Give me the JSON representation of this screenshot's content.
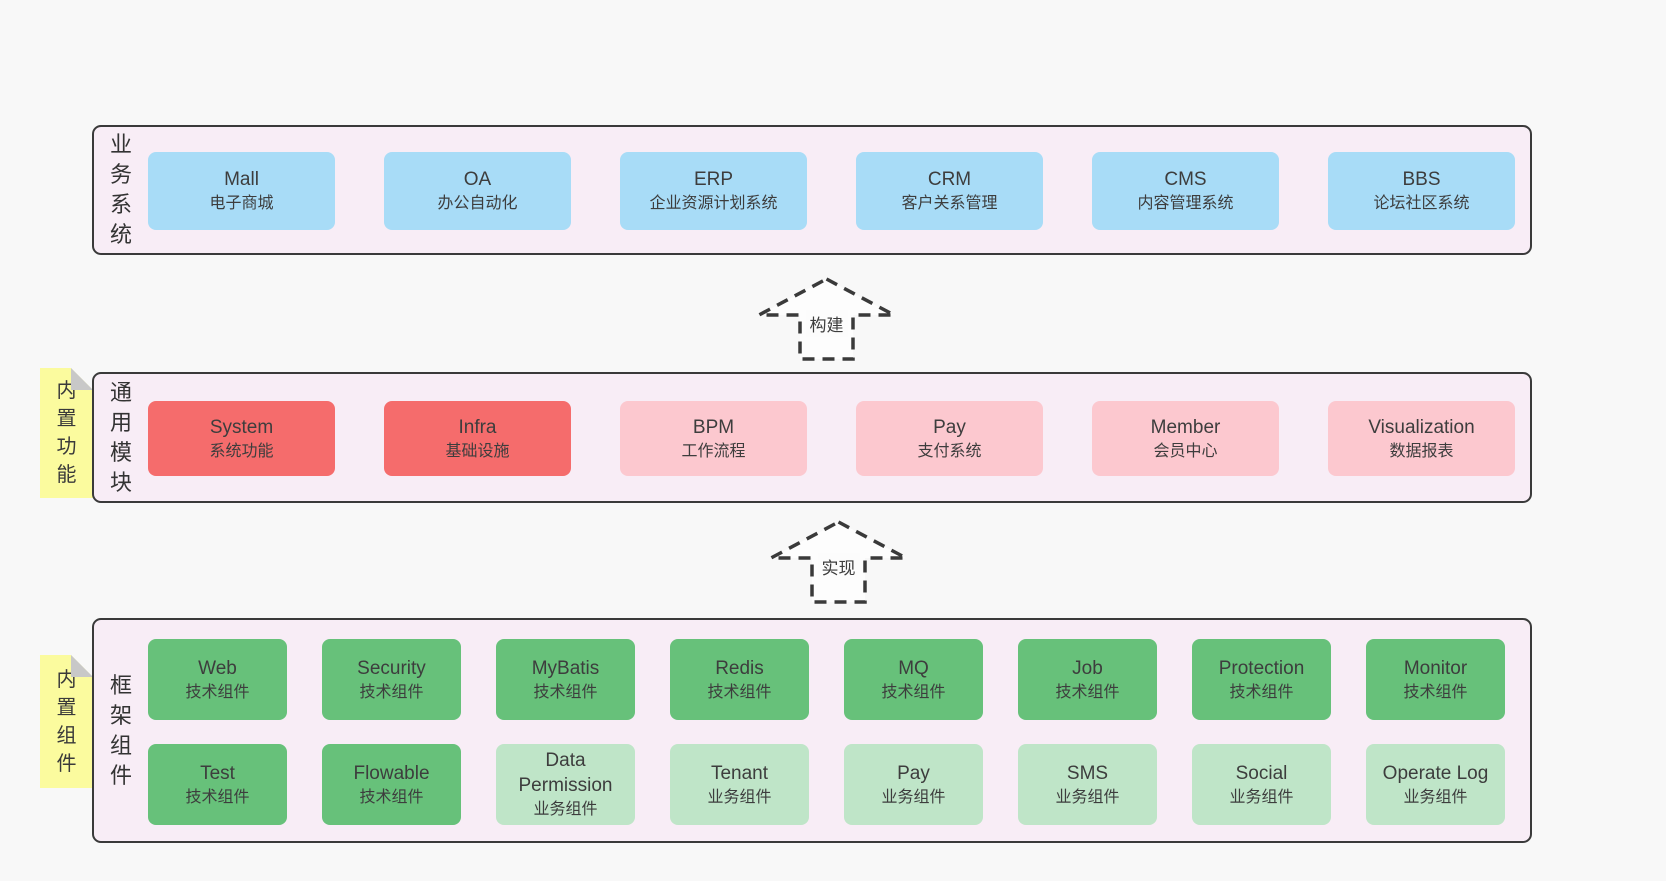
{
  "colors": {
    "page_background": "#f8f8f8",
    "band_fill": "#f8edf6",
    "band_border": "#3a3a3a",
    "box_blue": "#a8dcf7",
    "box_red": "#f56c6c",
    "box_pink": "#fcc8cf",
    "box_green_dark": "#67c17a",
    "box_green_light": "#bfe5c8",
    "sticky_yellow": "#fbfb9e",
    "sticky_fold_gray": "#c8c8c8",
    "text": "#3d3d3d"
  },
  "bands": {
    "business": {
      "label": "业务系统",
      "boxes": [
        {
          "title": "Mall",
          "subtitle": "电子商城"
        },
        {
          "title": "OA",
          "subtitle": "办公自动化"
        },
        {
          "title": "ERP",
          "subtitle": "企业资源计划系统"
        },
        {
          "title": "CRM",
          "subtitle": "客户关系管理"
        },
        {
          "title": "CMS",
          "subtitle": "内容管理系统"
        },
        {
          "title": "BBS",
          "subtitle": "论坛社区系统"
        }
      ]
    },
    "modules": {
      "label": "通用模块",
      "sticky": "内置功能",
      "boxes": [
        {
          "title": "System",
          "subtitle": "系统功能",
          "variant": "red"
        },
        {
          "title": "Infra",
          "subtitle": "基础设施",
          "variant": "red"
        },
        {
          "title": "BPM",
          "subtitle": "工作流程",
          "variant": "pink"
        },
        {
          "title": "Pay",
          "subtitle": "支付系统",
          "variant": "pink"
        },
        {
          "title": "Member",
          "subtitle": "会员中心",
          "variant": "pink"
        },
        {
          "title": "Visualization",
          "subtitle": "数据报表",
          "variant": "pink"
        }
      ]
    },
    "components": {
      "label": "框架组件",
      "sticky": "内置组件",
      "row1": [
        {
          "title": "Web",
          "subtitle": "技术组件",
          "variant": "green-dark"
        },
        {
          "title": "Security",
          "subtitle": "技术组件",
          "variant": "green-dark"
        },
        {
          "title": "MyBatis",
          "subtitle": "技术组件",
          "variant": "green-dark"
        },
        {
          "title": "Redis",
          "subtitle": "技术组件",
          "variant": "green-dark"
        },
        {
          "title": "MQ",
          "subtitle": "技术组件",
          "variant": "green-dark"
        },
        {
          "title": "Job",
          "subtitle": "技术组件",
          "variant": "green-dark"
        },
        {
          "title": "Protection",
          "subtitle": "技术组件",
          "variant": "green-dark"
        },
        {
          "title": "Monitor",
          "subtitle": "技术组件",
          "variant": "green-dark"
        }
      ],
      "row2": [
        {
          "title": "Test",
          "subtitle": "技术组件",
          "variant": "green-dark"
        },
        {
          "title": "Flowable",
          "subtitle": "技术组件",
          "variant": "green-dark"
        },
        {
          "title": "Data Permission",
          "subtitle": "业务组件",
          "variant": "green-light"
        },
        {
          "title": "Tenant",
          "subtitle": "业务组件",
          "variant": "green-light"
        },
        {
          "title": "Pay",
          "subtitle": "业务组件",
          "variant": "green-light"
        },
        {
          "title": "SMS",
          "subtitle": "业务组件",
          "variant": "green-light"
        },
        {
          "title": "Social",
          "subtitle": "业务组件",
          "variant": "green-light"
        },
        {
          "title": "Operate Log",
          "subtitle": "业务组件",
          "variant": "green-light"
        }
      ]
    }
  },
  "arrows": {
    "build": {
      "label": "构建"
    },
    "implement": {
      "label": "实现"
    }
  }
}
